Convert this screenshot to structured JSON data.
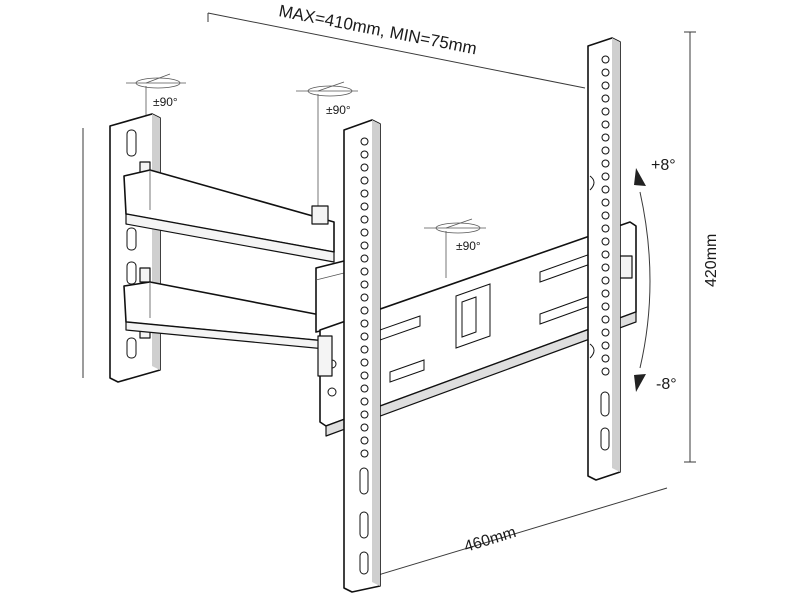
{
  "dimensions": {
    "vesa_label": "MAX=410mm, MIN=75mm",
    "width_label": "460mm",
    "height_label": "420mm"
  },
  "swivel": {
    "wall_plate": "±90°",
    "arm_joint": "±90°",
    "tv_bracket": "±90°"
  },
  "tilt": {
    "up": "+8°",
    "down": "-8°"
  }
}
